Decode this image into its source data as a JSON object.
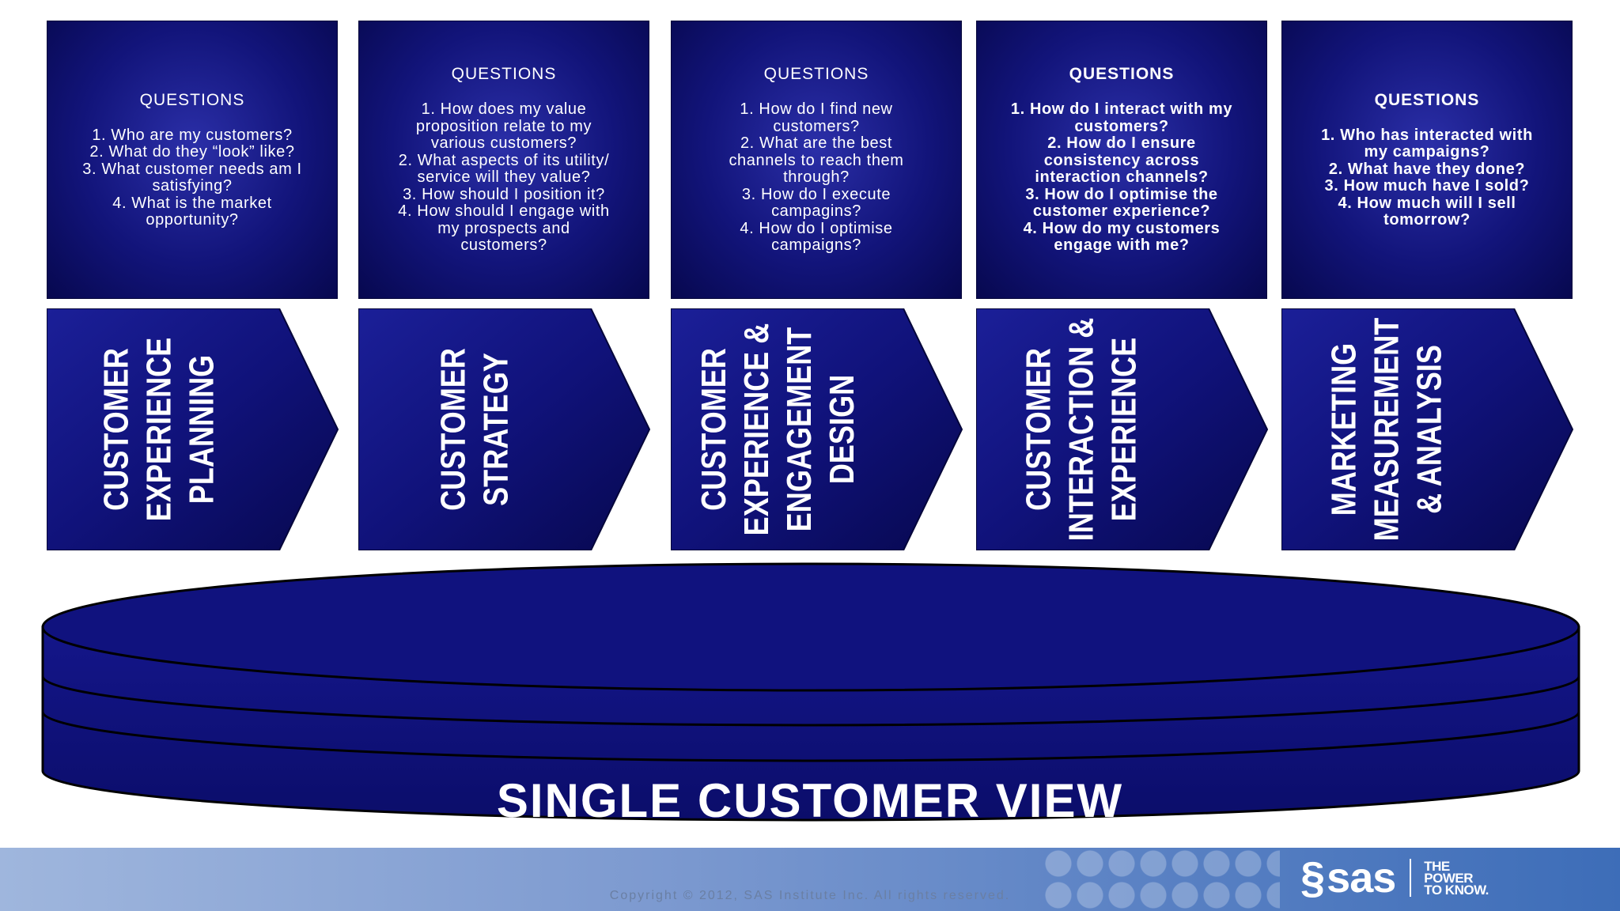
{
  "columns": [
    {
      "heading": "QUESTIONS",
      "lines": [
        "1. Who are my customers?",
        "2. What do they “look” like?",
        "3. What customer needs am I",
        "satisfying?",
        "4. What is the market",
        "opportunity?"
      ],
      "stage": [
        "CUSTOMER",
        "EXPERIENCE",
        "PLANNING"
      ]
    },
    {
      "heading": "QUESTIONS",
      "lines": [
        "1. How does my value",
        "proposition relate to my",
        "various customers?",
        "2. What aspects of its utility/",
        "service will they value?",
        "3. How should I position it?",
        "4. How should I engage with",
        "my prospects and",
        "customers?"
      ],
      "stage": [
        "CUSTOMER",
        "STRATEGY"
      ]
    },
    {
      "heading": "QUESTIONS",
      "lines": [
        "1. How do I find new",
        "customers?",
        "2. What are the best",
        "channels to reach them",
        "through?",
        "3. How do I execute",
        "campagins?",
        "4. How do I optimise",
        "campaigns?"
      ],
      "stage": [
        "CUSTOMER",
        "EXPERIENCE &",
        "ENGAGEMENT",
        "DESIGN"
      ]
    },
    {
      "heading": "QUESTIONS",
      "lines": [
        "1. How do I interact with my",
        "customers?",
        "2. How do I ensure",
        "consistency across",
        "interaction channels?",
        "3. How do I optimise the",
        "customer experience?",
        "4. How do my customers",
        "engage with me?"
      ],
      "stage": [
        "CUSTOMER",
        "INTERACTION &",
        "EXPERIENCE"
      ]
    },
    {
      "heading": "QUESTIONS",
      "lines": [
        "1. Who has interacted with",
        "my campaigns?",
        "2. What have they done?",
        "3. How much have I sold?",
        "4. How much will I sell",
        "tomorrow?"
      ],
      "stage": [
        "MARKETING",
        "MEASUREMENT",
        "& ANALYSIS"
      ]
    }
  ],
  "database_label": "SINGLE CUSTOMER VIEW",
  "footer": {
    "copyright": "Copyright © 2012, SAS Institute Inc. All rights reserved.",
    "logo_text": "sas",
    "tagline": [
      "THE",
      "POWER",
      "TO KNOW."
    ]
  },
  "colors": {
    "box_dark": "#07084f",
    "box_mid": "#12147a",
    "box_light": "#2b2fa8",
    "footer": "#5b82c4"
  }
}
